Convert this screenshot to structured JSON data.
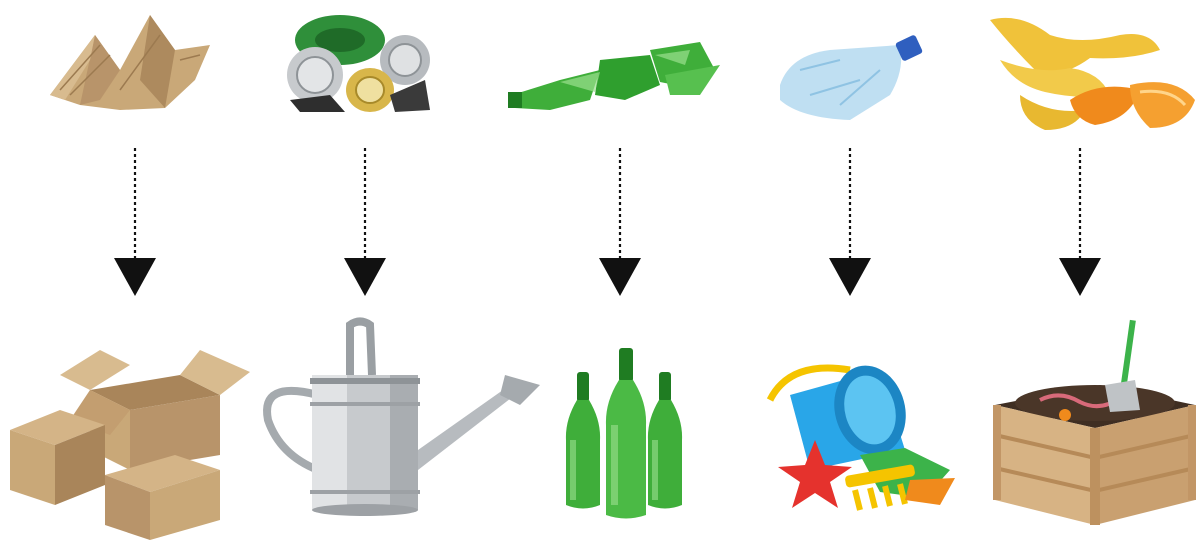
{
  "diagram": {
    "columns": [
      {
        "waste": "crumpled-cardboard",
        "product": "cardboard-boxes",
        "colors": {
          "main": "#c9a878",
          "dark": "#a9855a"
        }
      },
      {
        "waste": "crushed-cans",
        "product": "watering-can",
        "colors": {
          "main": "#c7cacd",
          "dark": "#8e9397",
          "accent": "#2f8f3a",
          "gold": "#d8b64a"
        }
      },
      {
        "waste": "broken-green-glass",
        "product": "green-glass-bottles",
        "colors": {
          "main": "#3fae3a",
          "dark": "#1f7c22",
          "light": "#9be08f"
        }
      },
      {
        "waste": "crushed-plastic-bottle",
        "product": "plastic-beach-toys",
        "colors": {
          "main": "#b8dcf1",
          "cap": "#2f5fbf",
          "bucket": "#29a6e8",
          "star": "#e5322d",
          "yellow": "#f5c400",
          "green": "#3cb34a"
        }
      },
      {
        "waste": "fruit-peels",
        "product": "compost-crate",
        "colors": {
          "banana": "#f0c23a",
          "orange": "#f08a1c",
          "wood": "#d7b384",
          "soil": "#3f2e22"
        }
      }
    ],
    "arrow_style": {
      "color": "#111111",
      "dotted": true
    }
  }
}
